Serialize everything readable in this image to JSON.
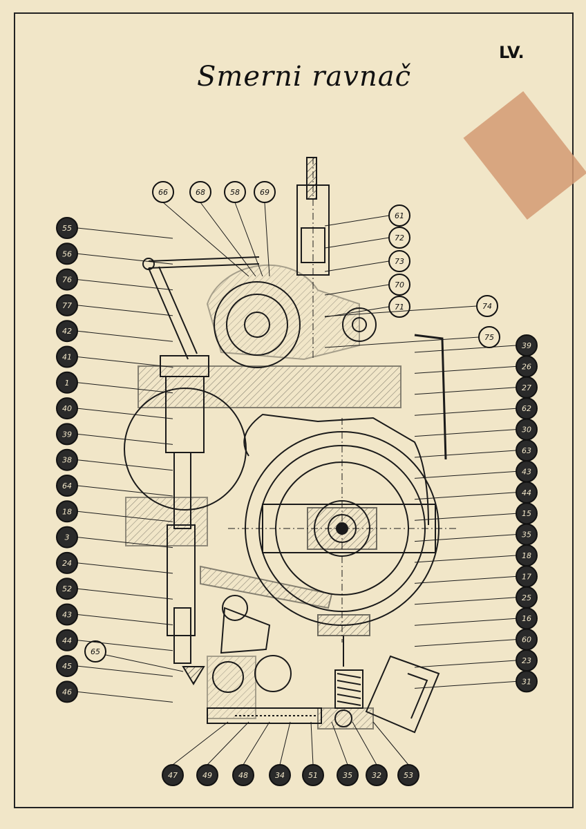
{
  "title": "Smerni ravnač",
  "sheet_id": "LV.",
  "colors": {
    "paper": "#f1e6c8",
    "ink": "#111111",
    "tape": "#d39a73"
  },
  "callouts": {
    "left": [
      "55",
      "56",
      "76",
      "77",
      "42",
      "41",
      "1",
      "40",
      "39",
      "38",
      "64",
      "18",
      "3",
      "24",
      "52",
      "43",
      "44",
      "45",
      "46"
    ],
    "top": [
      "66",
      "68",
      "58",
      "69"
    ],
    "right_upper": [
      "61",
      "72",
      "73",
      "70",
      "71",
      "74",
      "75"
    ],
    "right": [
      "39",
      "26",
      "27",
      "62",
      "30",
      "63",
      "43",
      "44",
      "15",
      "35",
      "18",
      "17",
      "25",
      "16",
      "60",
      "23",
      "31"
    ],
    "bottom": [
      "47",
      "49",
      "48",
      "34",
      "51",
      "35",
      "32",
      "53"
    ],
    "inner": [
      "65"
    ]
  }
}
